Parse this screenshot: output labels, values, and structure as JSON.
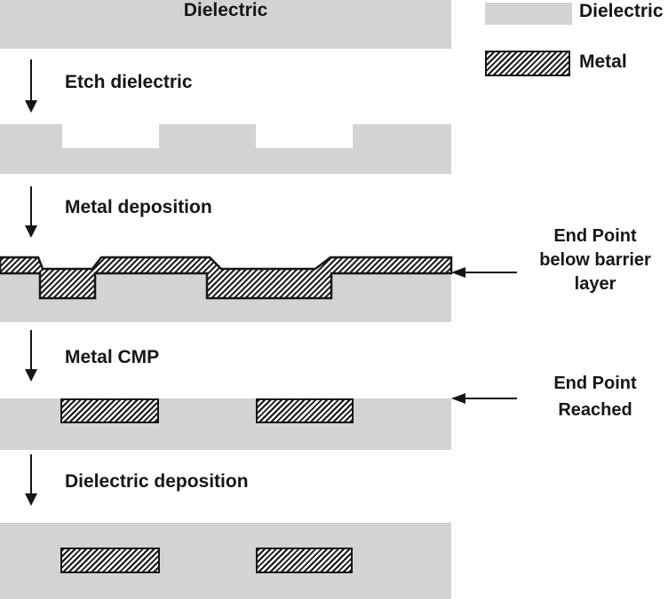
{
  "title": "Dielectric",
  "steps": [
    {
      "label": "Etch dielectric"
    },
    {
      "label": "Metal deposition"
    },
    {
      "label": "Metal CMP"
    },
    {
      "label": "Dielectric deposition"
    }
  ],
  "legend": {
    "items": [
      {
        "label": "Dielectric",
        "swatch": "dielectric-gray"
      },
      {
        "label": "Metal",
        "swatch": "metal-hatch"
      }
    ]
  },
  "annotations": [
    {
      "lines": [
        "End Point",
        "below barrier",
        "layer"
      ]
    },
    {
      "lines": [
        "End Point",
        "Reached"
      ]
    }
  ],
  "colors": {
    "dielectric": "#d3d3d3",
    "metal_hatch_stroke": "#161616",
    "background": "#ffffff"
  }
}
